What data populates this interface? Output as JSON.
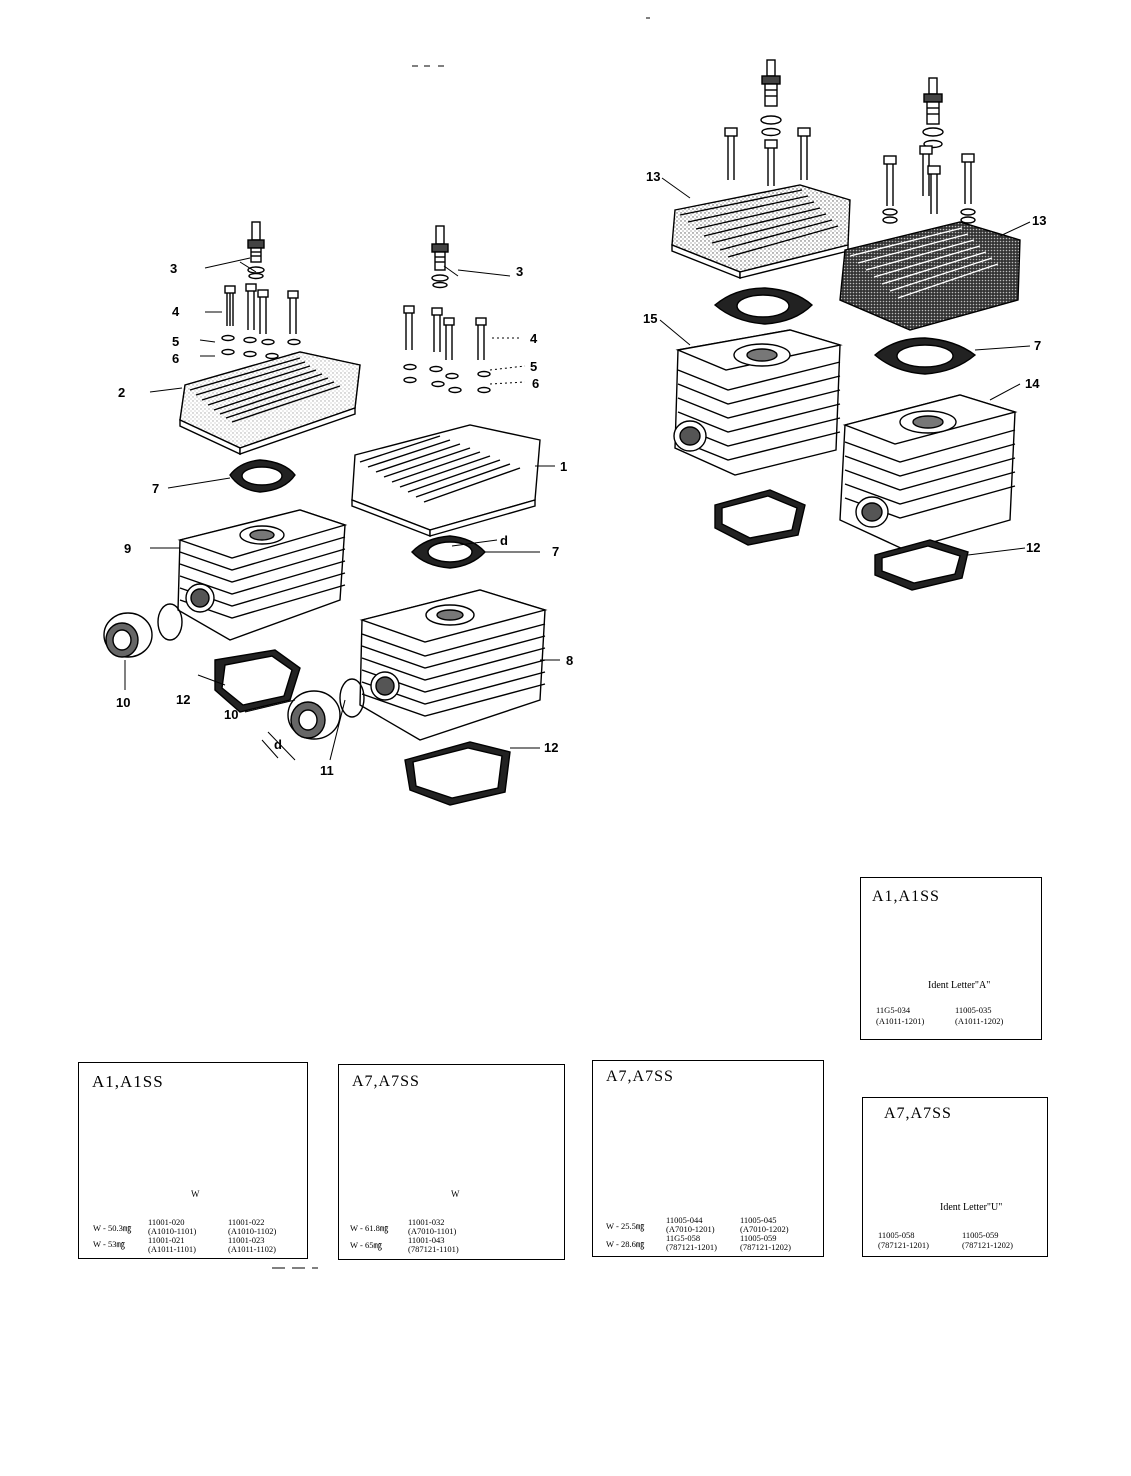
{
  "callouts_left": {
    "c3a": "3",
    "c4a": "4",
    "c5a": "5",
    "c6a": "6",
    "c2": "2",
    "c3b": "3",
    "c4b": "4",
    "c5b": "5",
    "c6b": "6",
    "c1": "1",
    "c7a": "7",
    "c7b": "7",
    "cd_top": "d",
    "c9": "9",
    "c8": "8",
    "c10a": "10",
    "c12a": "12",
    "c10b": "10",
    "c11": "11",
    "c12b": "12",
    "cd_bot": "d"
  },
  "callouts_right": {
    "c13a": "13",
    "c13b": "13",
    "c15": "15",
    "c7": "7",
    "c14": "14",
    "c12": "12"
  },
  "insets": {
    "top_right": {
      "model": "A1,A1SS",
      "ident": "Ident Letter\"A\"",
      "codes": [
        "11G5-034",
        "(A1011-1201)",
        "11005-035",
        "(A1011-1202)"
      ]
    },
    "bottom_1": {
      "model": "A1,A1SS",
      "w_label": "W",
      "rows": [
        {
          "w": "W - 50.3㎎",
          "c1": "11001-020",
          "c1b": "(A1010-1101)",
          "c2": "11001-022",
          "c2b": "(A1010-1102)"
        },
        {
          "w": "W - 53㎎",
          "c1": "11001-021",
          "c1b": "(A1011-1101)",
          "c2": "11001-023",
          "c2b": "(A1011-1102)"
        }
      ]
    },
    "bottom_2": {
      "model": "A7,A7SS",
      "w_label": "W",
      "rows": [
        {
          "w": "W - 61.8㎎",
          "c1": "11001-032",
          "c1b": "(A7010-1101)"
        },
        {
          "w": "W - 65㎎",
          "c1": "11001-043",
          "c1b": "(787121-1101)"
        }
      ]
    },
    "bottom_3": {
      "model": "A7,A7SS",
      "rows": [
        {
          "w": "W - 25.5㎎",
          "c1": "11005-044",
          "c1b": "(A7010-1201)",
          "c2": "11005-045",
          "c2b": "(A7010-1202)"
        },
        {
          "w": "W - 28.6㎎",
          "c1": "11G5-058",
          "c1b": "(787121-1201)",
          "c2": "11005-059",
          "c2b": "(787121-1202)"
        }
      ]
    },
    "bottom_4": {
      "model": "A7,A7SS",
      "ident": "Ident Letter\"U\"",
      "codes": [
        "11005-058",
        "(787121-1201)",
        "11005-059",
        "(787121-1202)"
      ]
    }
  },
  "colors": {
    "ink": "#000000",
    "paper": "#ffffff",
    "shade": "#8a8a8a"
  }
}
